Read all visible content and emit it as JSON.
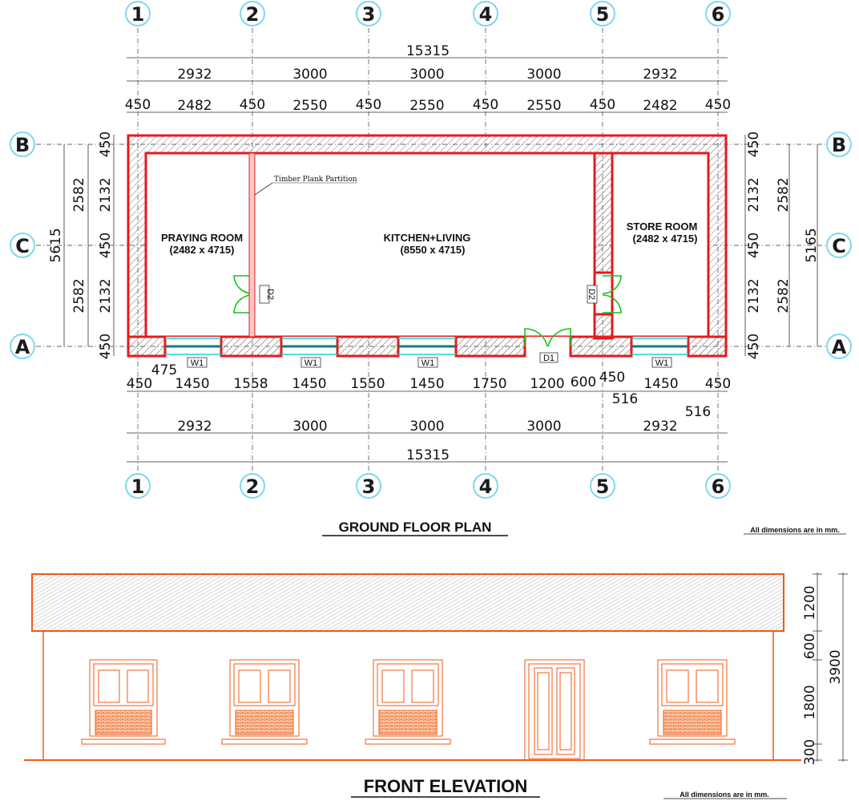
{
  "plan": {
    "title": "GROUND FLOOR PLAN",
    "note": "All dimensions are in mm.",
    "partition_label": "Timber Plank Partition",
    "grid_cols": [
      "1",
      "2",
      "3",
      "4",
      "5",
      "6"
    ],
    "grid_rows": [
      "B",
      "C",
      "A"
    ],
    "overall_width": "15315",
    "bay_widths": [
      "2932",
      "3000",
      "3000",
      "3000",
      "2932"
    ],
    "inner_dims_top": [
      "450",
      "2482",
      "450",
      "2550",
      "450",
      "2550",
      "450",
      "2550",
      "450",
      "2482",
      "450"
    ],
    "bottom_dims": [
      "450",
      "1450",
      "1558",
      "1450",
      "1550",
      "1450",
      "1750",
      "1200",
      "600",
      "450",
      "1450",
      "450"
    ],
    "bottom_extra": [
      "475",
      "516",
      "516"
    ],
    "left_vertical": [
      "450",
      "2132",
      "450",
      "2132",
      "450"
    ],
    "left_outer": [
      "2582",
      "2582"
    ],
    "left_total": "5615",
    "right_vertical": [
      "450",
      "2132",
      "450",
      "2132",
      "450"
    ],
    "right_outer": [
      "2582",
      "2582"
    ],
    "right_total": "5165",
    "rooms": [
      {
        "name": "PRAYING ROOM",
        "size": "(2482 x 4715)"
      },
      {
        "name": "KITCHEN+LIVING",
        "size": "(8550 x 4715)"
      },
      {
        "name": "STORE ROOM",
        "size": "(2482 x 4715)"
      }
    ],
    "tags": {
      "window": "W1",
      "door_main": "D1",
      "door_inner": "D2"
    }
  },
  "elevation": {
    "title": "FRONT ELEVATION",
    "note": "All dimensions are in mm.",
    "heights": [
      "1200",
      "600",
      "1800",
      "300"
    ],
    "total_height": "3900"
  },
  "colors": {
    "wall_red": "#e8191d",
    "glazing": "#1fd3e0",
    "door_green": "#18c21f",
    "elevation_orange": "#f05a14",
    "grid_circle": "#7fd7f0"
  }
}
